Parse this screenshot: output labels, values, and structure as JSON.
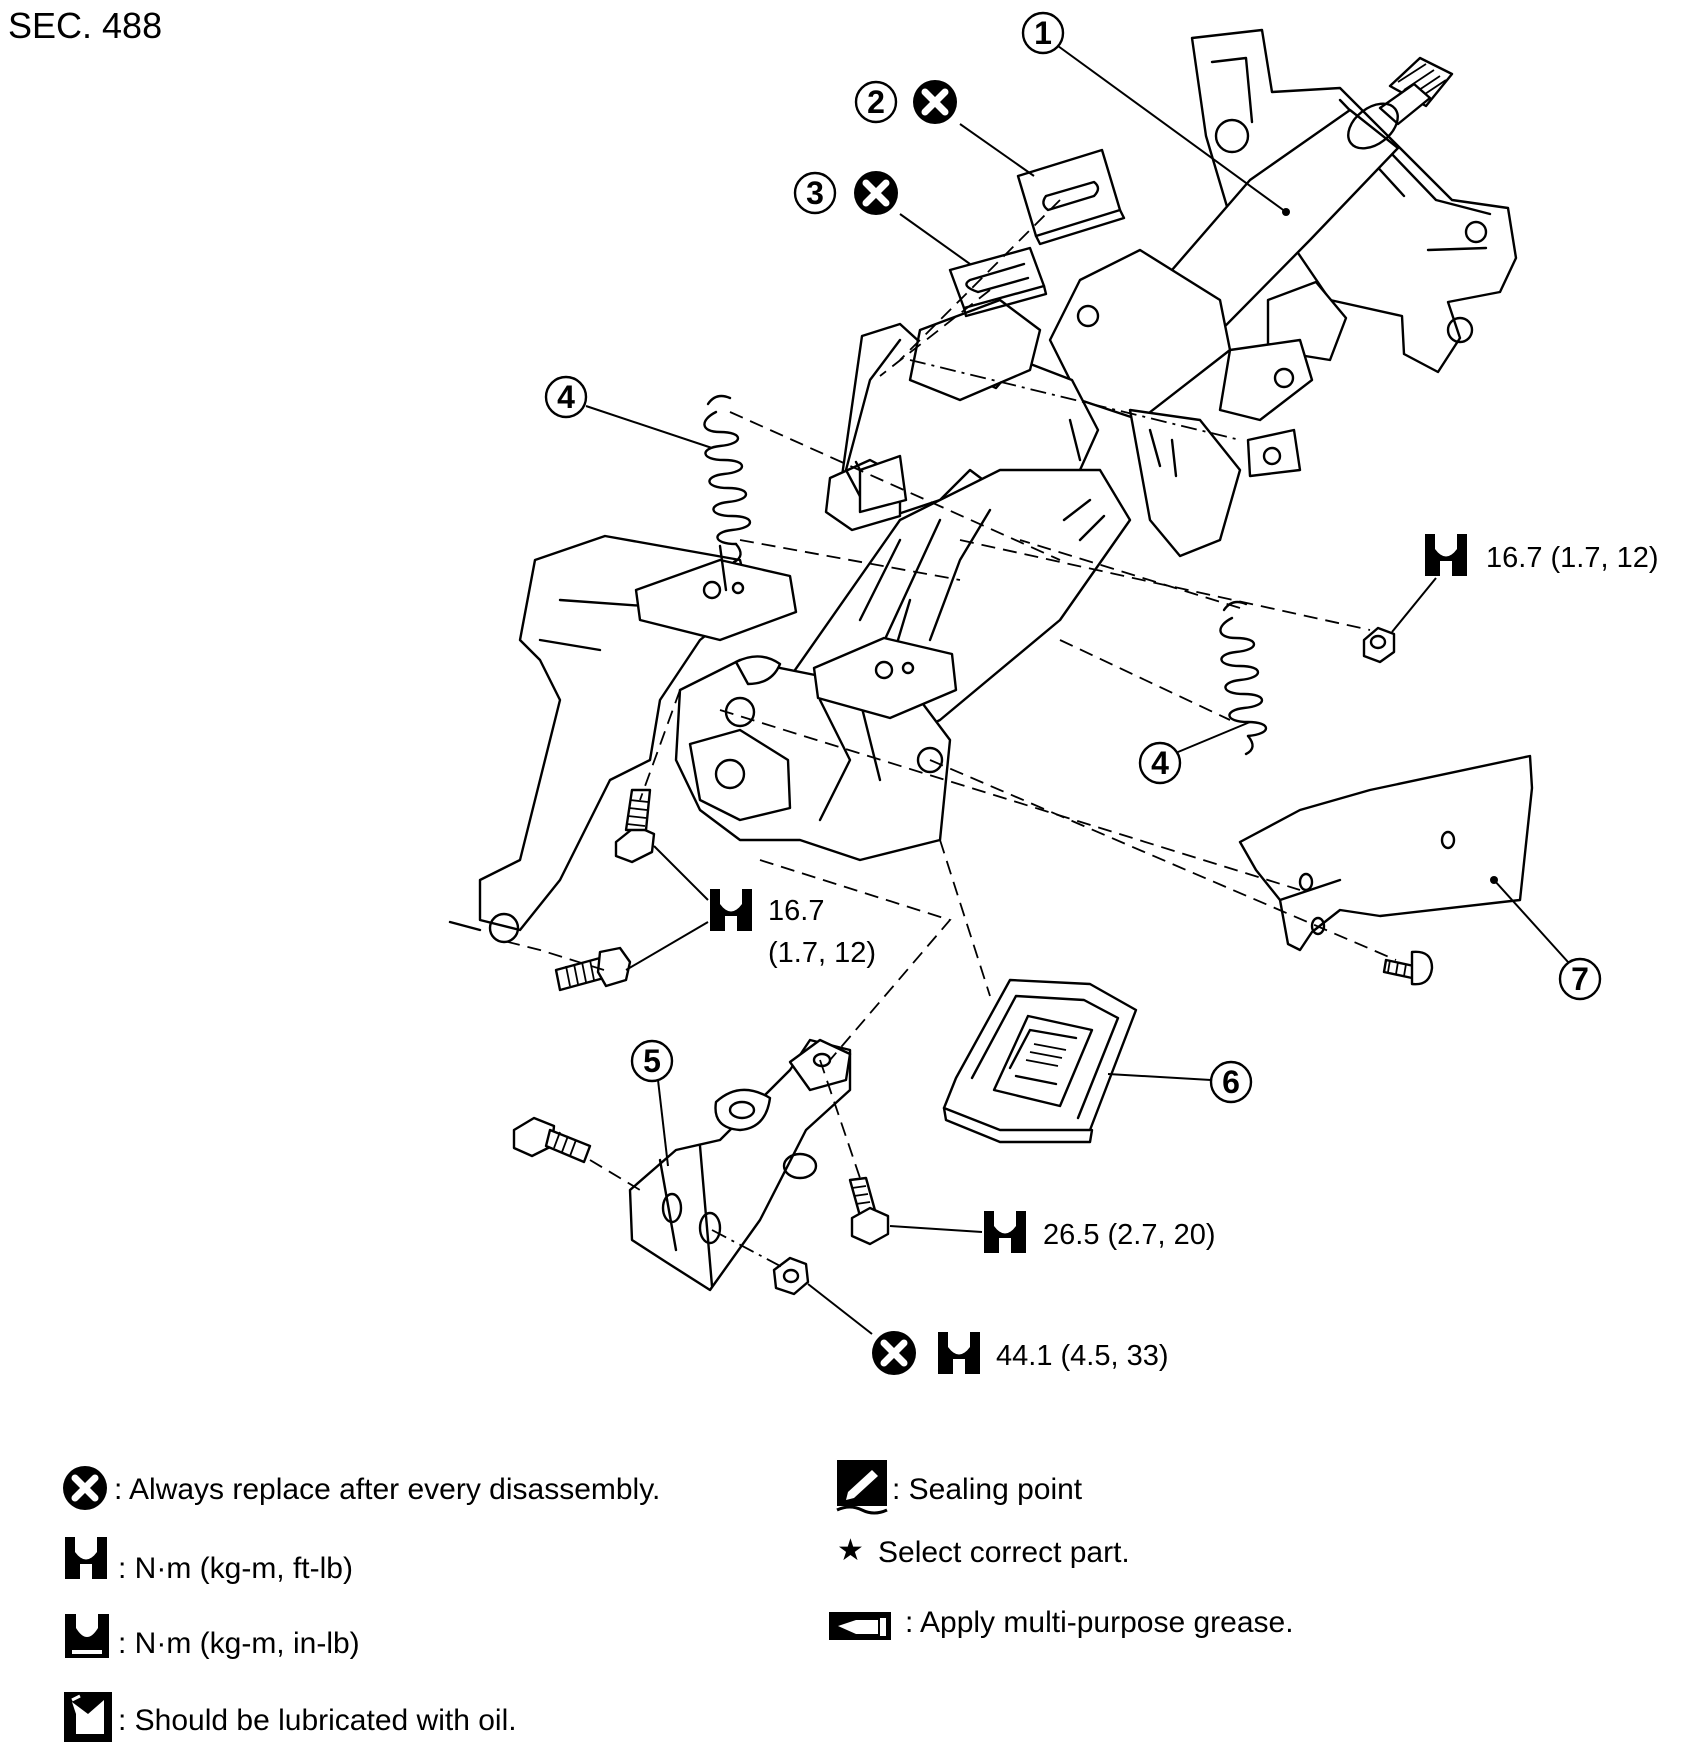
{
  "section_label": "SEC. 488",
  "callouts": {
    "c1": "1",
    "c2": "2",
    "c3": "3",
    "c4a": "4",
    "c4b": "4",
    "c5": "5",
    "c6": "6",
    "c7": "7"
  },
  "torques": {
    "nut_upper_right": "16.7 (1.7, 12)",
    "bolt_left_line1": "16.7",
    "bolt_left_line2": "(1.7, 12)",
    "bolt_lower": "26.5 (2.7, 20)",
    "nut_bottom": "44.1 (4.5, 33)"
  },
  "legend": {
    "replace": ": Always replace after every disassembly.",
    "torque_ft": ": N·m (kg-m, ft-lb)",
    "torque_in": ": N·m (kg-m, in-lb)",
    "oil": ": Should be lubricated with oil.",
    "sealing": ": Sealing point",
    "select_part": "Select correct part.",
    "grease": ": Apply multi-purpose grease."
  },
  "icons": [
    "replace-icon",
    "torque-ft-icon",
    "torque-in-icon",
    "oil-can-icon",
    "sealing-icon",
    "star-icon",
    "grease-icon"
  ]
}
